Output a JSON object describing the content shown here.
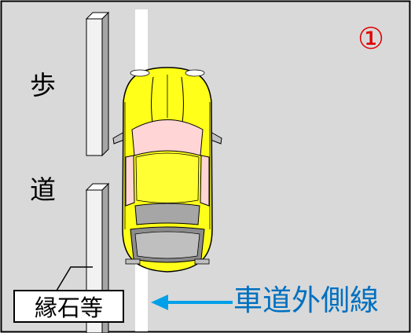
{
  "figure_number": "①",
  "sidewalk_label": [
    "歩",
    "道"
  ],
  "curb_label": "縁石等",
  "edge_line_label": "車道外側線",
  "colors": {
    "road": "#d9d9d9",
    "edge_line": "#ffffff",
    "curb": "#f2f2f2",
    "car_body": "#ffff1a",
    "car_windows": "#ffd5d5",
    "arrow": "#00a0e9",
    "edge_line_label": "#0070c0",
    "figure_number": "#e00000"
  },
  "icons": [
    "parked-car-icon",
    "arrow-left-icon"
  ]
}
